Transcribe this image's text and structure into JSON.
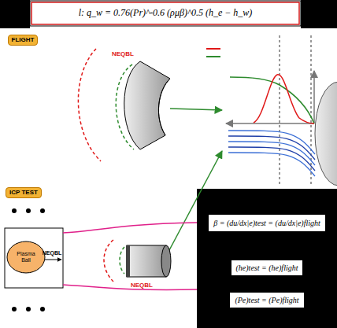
{
  "diagram": {
    "nodes": [
      {
        "text": [
          "l:   q_w = 0.76(Pr)^-0.6 (ρμβ)^0.5 (h_e − h_w)"
        ]
      },
      {
        "text": [
          "FLIGHT"
        ]
      },
      {
        "text": [
          "ICP TEST"
        ]
      },
      {
        "text": [
          "Plasma Ball"
        ]
      },
      {
        "text": [
          "β = (du/dx|e)test = (du/dx|e)flight"
        ]
      },
      {
        "text": [
          "(he)test = (he)flight"
        ]
      },
      {
        "text": [
          "(Pe)test = (Pe)flight"
        ]
      }
    ],
    "labels": [
      "NEQBL",
      "NEQBL",
      "NEQBL"
    ]
  }
}
